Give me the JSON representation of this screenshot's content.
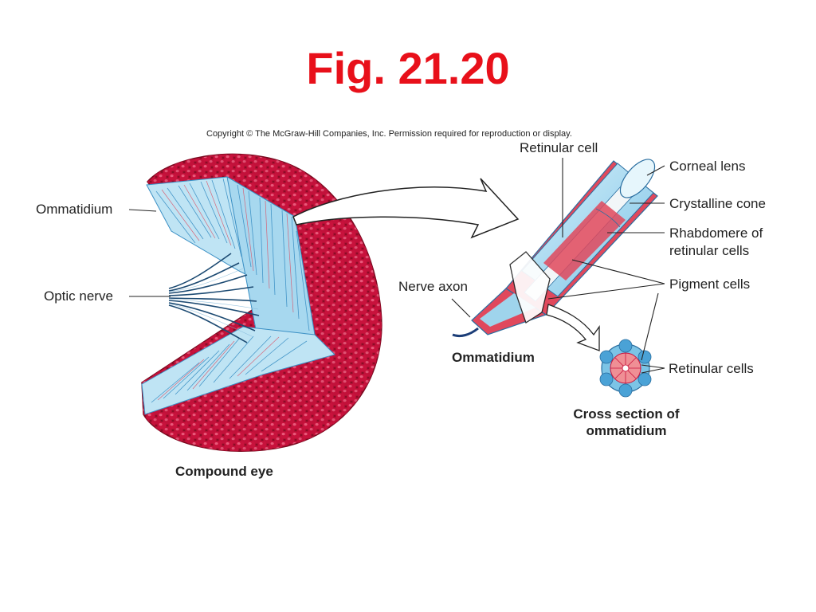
{
  "slide": {
    "title": "Fig. 21.20",
    "copyright": "Copyright © The McGraw-Hill Companies, Inc. Permission required for reproduction or display."
  },
  "labels": {
    "ommatidium_left": "Ommatidium",
    "optic_nerve": "Optic nerve",
    "compound_eye": "Compound eye",
    "retinular_cell": "Retinular cell",
    "corneal_lens": "Corneal lens",
    "crystalline_cone": "Crystalline cone",
    "rhabdomere_line1": "Rhabdomere of",
    "rhabdomere_line2": "retinular cells",
    "pigment_cells": "Pigment cells",
    "nerve_axon": "Nerve axon",
    "ommatidium_right": "Ommatidium",
    "retinular_cells": "Retinular cells",
    "cross_section_line1": "Cross section of",
    "cross_section_line2": "ommatidium"
  },
  "colors": {
    "title": "#e8101a",
    "facet_red": "#c8123c",
    "facet_dark": "#8c0c26",
    "facet_highlight": "#f06a8a",
    "ommatidium_blue": "#9fd4ec",
    "ommatidium_line": "#3a8fc4",
    "pigment_red": "#e0485c",
    "nerve_dark": "#1c4a72",
    "text": "#222222"
  }
}
